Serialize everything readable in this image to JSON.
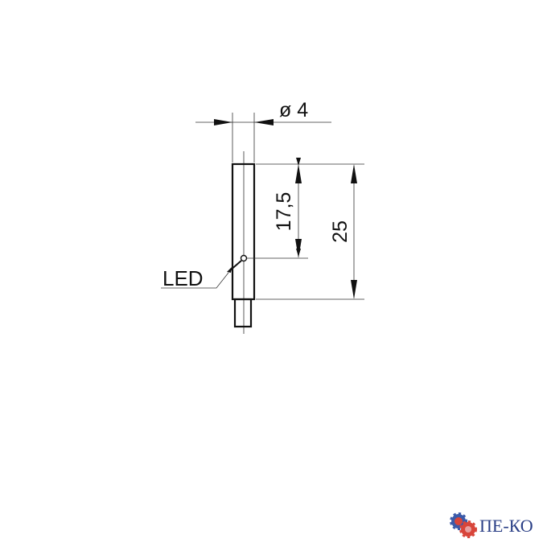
{
  "drawing": {
    "diameter_label": "ø 4",
    "led_distance_label": "17,5",
    "length_label": "25",
    "led_label": "LED"
  },
  "logo": {
    "text": "ПЕ-КО",
    "colors": {
      "text": "#2a3f86",
      "gear_red": "#d8453a",
      "gear_blue": "#3b5aa8"
    }
  }
}
